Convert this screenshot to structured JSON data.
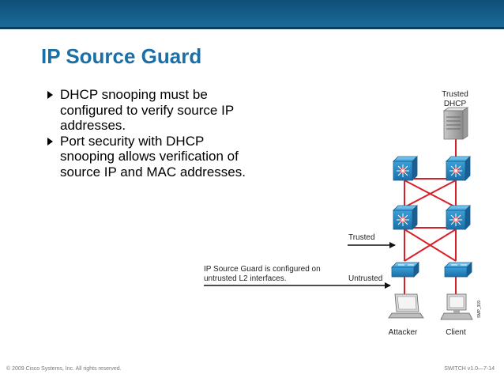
{
  "slide": {
    "title": "IP Source Guard",
    "bullets": [
      "DHCP snooping must be configured to verify source IP addresses.",
      "Port security with DHCP snooping allows verification of source IP and MAC addresses."
    ],
    "footer_left": "© 2009 Cisco Systems, Inc. All rights reserved.",
    "footer_right": "SWITCH v1.0—7-14"
  },
  "diagram": {
    "server_label_line1": "Trusted",
    "server_label_line2": "DHCP",
    "trusted_label": "Trusted",
    "untrusted_label": "Untrusted",
    "callout_line1": "IP Source Guard is configured on",
    "callout_line2": "untrusted L2 interfaces.",
    "attacker_label": "Attacker",
    "client_label": "Client",
    "figure_id": "SMP_319"
  },
  "colors": {
    "title": "#1a6fa6",
    "header_bar": "#14608f",
    "switch_blue": "#3a9fd8",
    "link_red": "#d8202a"
  }
}
